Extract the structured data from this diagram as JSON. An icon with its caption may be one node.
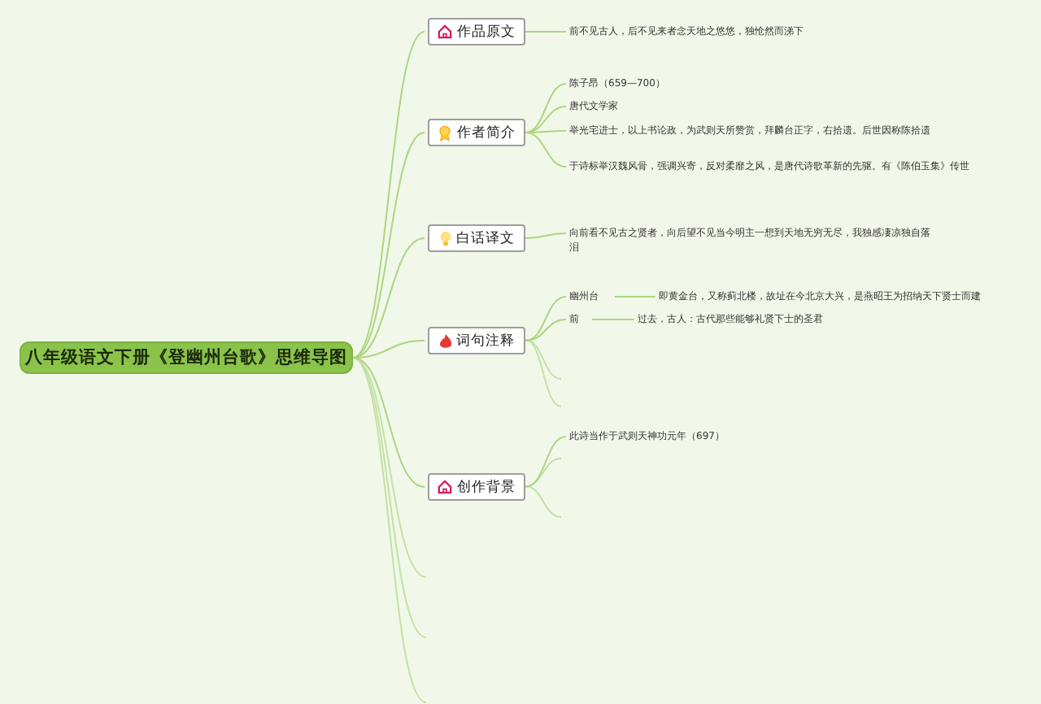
{
  "diagram": {
    "nodes": [
      {
        "text": [
          "八年级语文下册《登幽州台歌》思维导图"
        ]
      },
      {
        "text": [
          "作品原文"
        ]
      },
      {
        "text": [
          "作者简介"
        ]
      },
      {
        "text": [
          "白话译文"
        ]
      },
      {
        "text": [
          "词句注释"
        ]
      },
      {
        "text": [
          "创作背景"
        ]
      },
      {
        "text": [
          "前不见古人，后不见来者念天地之悠悠，独怆然而涕下"
        ]
      },
      {
        "text": [
          "陈子昂（659—700）"
        ]
      },
      {
        "text": [
          "唐代文学家"
        ]
      },
      {
        "text": [
          "举光宅进士，以上书论政，为武则天所赞赏，拜麟台正字，右拾遗。后世因称陈拾遗"
        ]
      },
      {
        "text": [
          "于诗标举汉魏风骨，强调兴寄，反对柔靡之风，是唐代诗歌革新的先驱。有《陈伯玉集》传世"
        ]
      },
      {
        "text": [
          "向前看不见古之贤者，向后望不见当今明主一想到天地无穷无尽，我独感凄凉独自落泪"
        ]
      },
      {
        "text": [
          "幽州台"
        ]
      },
      {
        "text": [
          "即黄金台，又称蓟北楼，故址在今北京大兴，是燕昭王为招纳天下贤士而建"
        ]
      },
      {
        "text": [
          "前"
        ]
      },
      {
        "text": [
          "过去，古人：古代那些能够礼贤下士的圣君"
        ]
      },
      {
        "text": [
          "此诗当作于武则天神功元年（697）"
        ]
      }
    ],
    "edges": [
      {
        "from": 0,
        "to": 1,
        "arrow": "none"
      },
      {
        "from": 0,
        "to": 2,
        "arrow": "none"
      },
      {
        "from": 0,
        "to": 3,
        "arrow": "none"
      },
      {
        "from": 0,
        "to": 4,
        "arrow": "none"
      },
      {
        "from": 0,
        "to": 5,
        "arrow": "none"
      },
      {
        "from": 1,
        "to": 6,
        "arrow": "none"
      },
      {
        "from": 2,
        "to": 7,
        "arrow": "none"
      },
      {
        "from": 2,
        "to": 8,
        "arrow": "none"
      },
      {
        "from": 2,
        "to": 9,
        "arrow": "none"
      },
      {
        "from": 2,
        "to": 10,
        "arrow": "none"
      },
      {
        "from": 3,
        "to": 11,
        "arrow": "none"
      },
      {
        "from": 4,
        "to": 12,
        "arrow": "none"
      },
      {
        "from": 12,
        "to": 13,
        "arrow": "none"
      },
      {
        "from": 4,
        "to": 14,
        "arrow": "none"
      },
      {
        "from": 14,
        "to": 15,
        "arrow": "none"
      },
      {
        "from": 5,
        "to": 16,
        "arrow": "none"
      }
    ]
  }
}
